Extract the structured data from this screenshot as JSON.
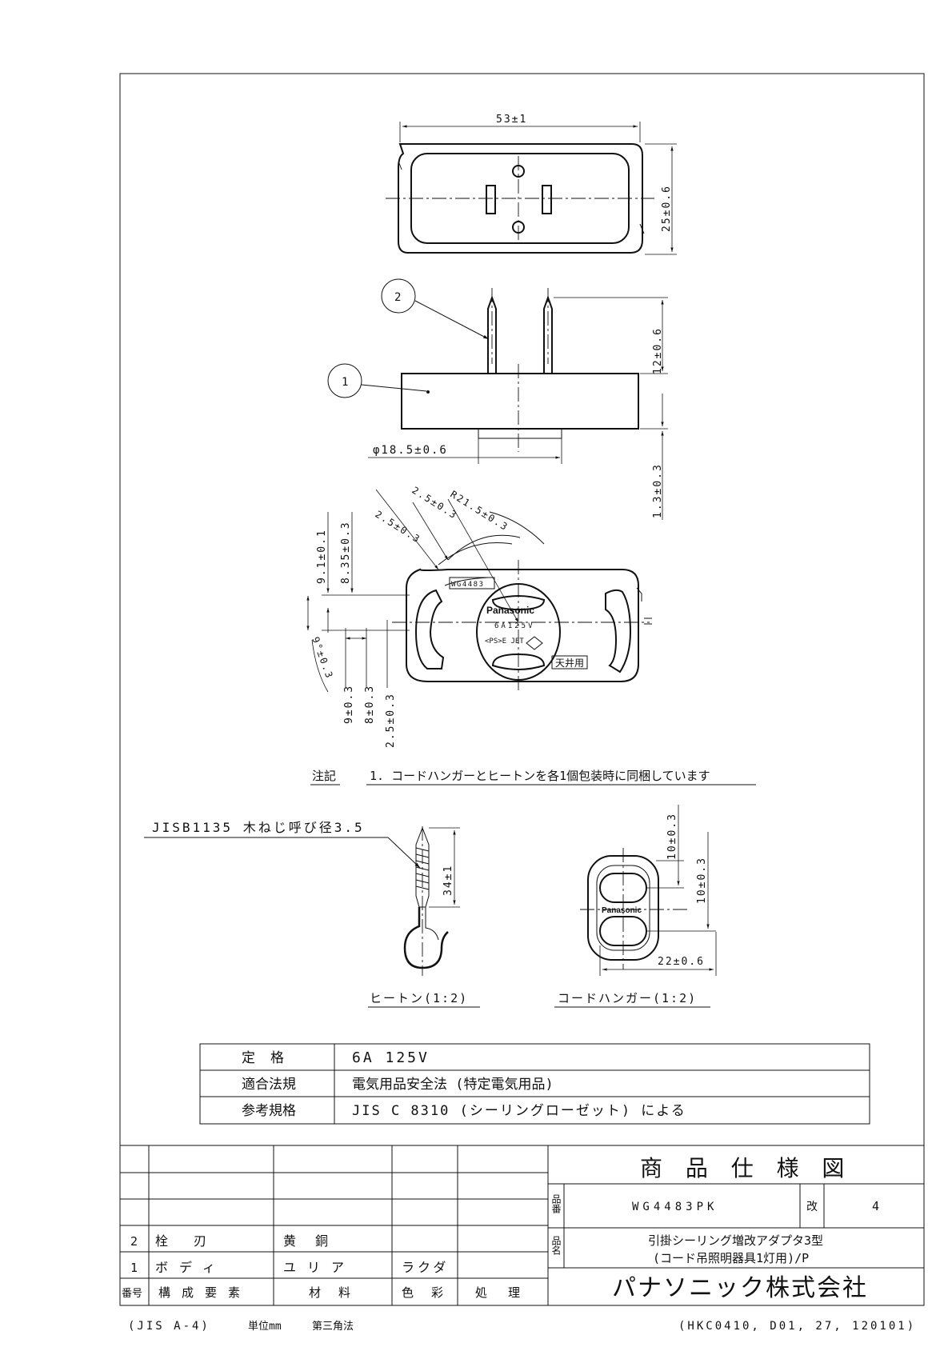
{
  "top_view": {
    "width_dim": "53±1",
    "height_dim": "25±0.6"
  },
  "side_view": {
    "balloon_1": "1",
    "balloon_2": "2",
    "pin_length_dim": "12±0.6",
    "diameter_dim": "φ18.5±0.6",
    "base_height_dim": "1.3±0.3"
  },
  "bottom_view": {
    "dim_a": "9.1±0.1",
    "dim_b": "8.35±0.3",
    "dim_c": "2.5±0.3",
    "dim_d": "2.5±0.3",
    "dim_r": "R21.5±0.3",
    "dim_e": "9°±0.3",
    "dim_f": "9±0.3",
    "dim_g": "8±0.3",
    "dim_h": "2.5±0.3",
    "label_model": "WG4483",
    "label_brand": "Panasonic",
    "label_rating": "6A125V",
    "label_ps": "<PS>E JET",
    "label_ceiling": "天井用"
  },
  "note": {
    "heading": "注記",
    "text": "1. コードハンガーとヒートンを各1個包装時に同梱しています"
  },
  "screw_hook": {
    "spec": "JISB1135 木ねじ呼び径3.5",
    "length_dim": "34±1",
    "caption": "ヒートン(1:2)"
  },
  "cord_hanger": {
    "dim_top": "10±0.3",
    "dim_mid": "10±0.3",
    "width_dim": "22±0.6",
    "brand": "Panasonic",
    "caption": "コードハンガー(1:2)"
  },
  "spec_table": [
    {
      "label": "定　格",
      "value": "6A 125V"
    },
    {
      "label": "適合法規",
      "value": "電気用品安全法 (特定電気用品)"
    },
    {
      "label": "参考規格",
      "value": "JIS C 8310 (シーリングローゼット) による"
    }
  ],
  "parts_table": {
    "headers": {
      "no": "番号",
      "component": "構成要素",
      "material": "材料",
      "color": "色彩",
      "finish": "処理"
    },
    "rows": [
      {
        "no": "2",
        "component": "栓　　刃",
        "material": "黄　銅",
        "color": "",
        "finish": ""
      },
      {
        "no": "1",
        "component": "ボディ",
        "material": "ユリア",
        "color": "ラクダ",
        "finish": ""
      }
    ]
  },
  "title_block": {
    "title": "商 品 仕 様 図",
    "product_no_label": "品番",
    "product_no": "WG4483PK",
    "revision_label": "改",
    "revision": "4",
    "product_name_label": "品名",
    "product_name_line1": "引掛シーリング増改アダプタ3型",
    "product_name_line2": "(コード吊照明器具1灯用)/P",
    "company": "パナソニック株式会社"
  },
  "footer": {
    "paper": "(JIS A-4)",
    "unit": "単位mm",
    "projection": "第三角法",
    "doc_code": "(HKC0410, D01, 27, 120101)"
  }
}
